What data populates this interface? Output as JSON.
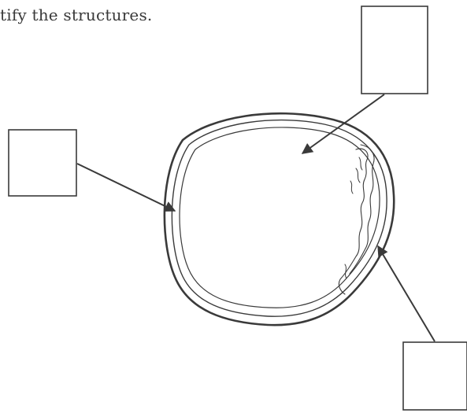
{
  "instruction": "tify the structures.",
  "labels": [
    {
      "id": "top",
      "text": ""
    },
    {
      "id": "left",
      "text": ""
    },
    {
      "id": "bottom-right",
      "text": ""
    }
  ],
  "colors": {
    "line": "#3a3a3a",
    "background": "#ffffff"
  }
}
